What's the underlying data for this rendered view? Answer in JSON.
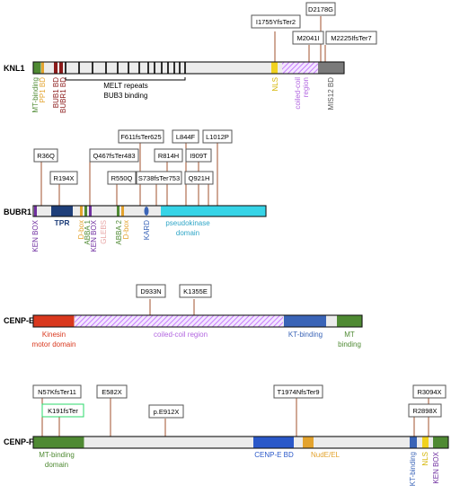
{
  "proteins": {
    "knl1": {
      "name": "KNL1",
      "domains": {
        "mt_binding": "MT-binding",
        "pp1_bd": "PP1 BD",
        "bub1_bd": "BUB1 BD",
        "bubr1_bd": "BUBR1 BD",
        "melt": "MELT repeats",
        "bub3": "BUB3 binding",
        "nls": "NLS",
        "coiled_coil_1": "coiled-coil",
        "coiled_coil_2": "region",
        "mis12": "MIS12 BD"
      },
      "mutations": [
        "I1755YfsTer2",
        "D2178G",
        "M2041I",
        "M2225IfsTer7"
      ]
    },
    "bubr1": {
      "name": "BUBR1",
      "domains": {
        "ken_box": "KEN BOX",
        "tpr": "TPR",
        "dbox": "D-box",
        "abba1": "ABBA 1",
        "ken_box2": "KEN BOX",
        "glebs": "GLEBS",
        "abba2": "ABBA 2",
        "dbox2": "D-box",
        "kard": "KARD",
        "pk1": "pseudokinase",
        "pk2": "domain"
      },
      "mutations": [
        "R36Q",
        "R194X",
        "Q467fsTer483",
        "R550Q",
        "F611fsTer625",
        "S738fsTer753",
        "R814H",
        "L844F",
        "I909T",
        "Q921H",
        "L1012P"
      ]
    },
    "cenpe": {
      "name": "CENP-E",
      "domains": {
        "kinesin1": "Kinesin",
        "kinesin2": "motor domain",
        "coiled": "coiled-coil region",
        "kt": "KT-binding",
        "mt1": "MT",
        "mt2": "binding"
      },
      "mutations": [
        "D933N",
        "K1355E"
      ]
    },
    "cenpf": {
      "name": "CENP-F",
      "domains": {
        "mt": "MT-binding",
        "mt_domain": "domain",
        "cenpe_bd": "CENP-E BD",
        "nude": "NudE/EL",
        "kt": "KT-binding",
        "nls": "NLS",
        "ken": "KEN BOX"
      },
      "mutations": [
        "N57KfsTer11",
        "K191fsTer",
        "E582X",
        "p.E912X",
        "T1974NfsTer9",
        "R3094X",
        "R2898X"
      ]
    }
  },
  "colors": {
    "arrow": "#a0522d",
    "mt_green": "#4f8a33",
    "kinesin_red": "#d9381e",
    "coil_purple": "#c77dff",
    "kt_blue": "#3a64b7",
    "nls_yellow": "#f1d21f",
    "mis12_gray": "#7a7a7a",
    "tpr_navy": "#1f3f7a",
    "pseudokinase_cyan": "#36d4e7",
    "orange": "#e3a32e"
  }
}
